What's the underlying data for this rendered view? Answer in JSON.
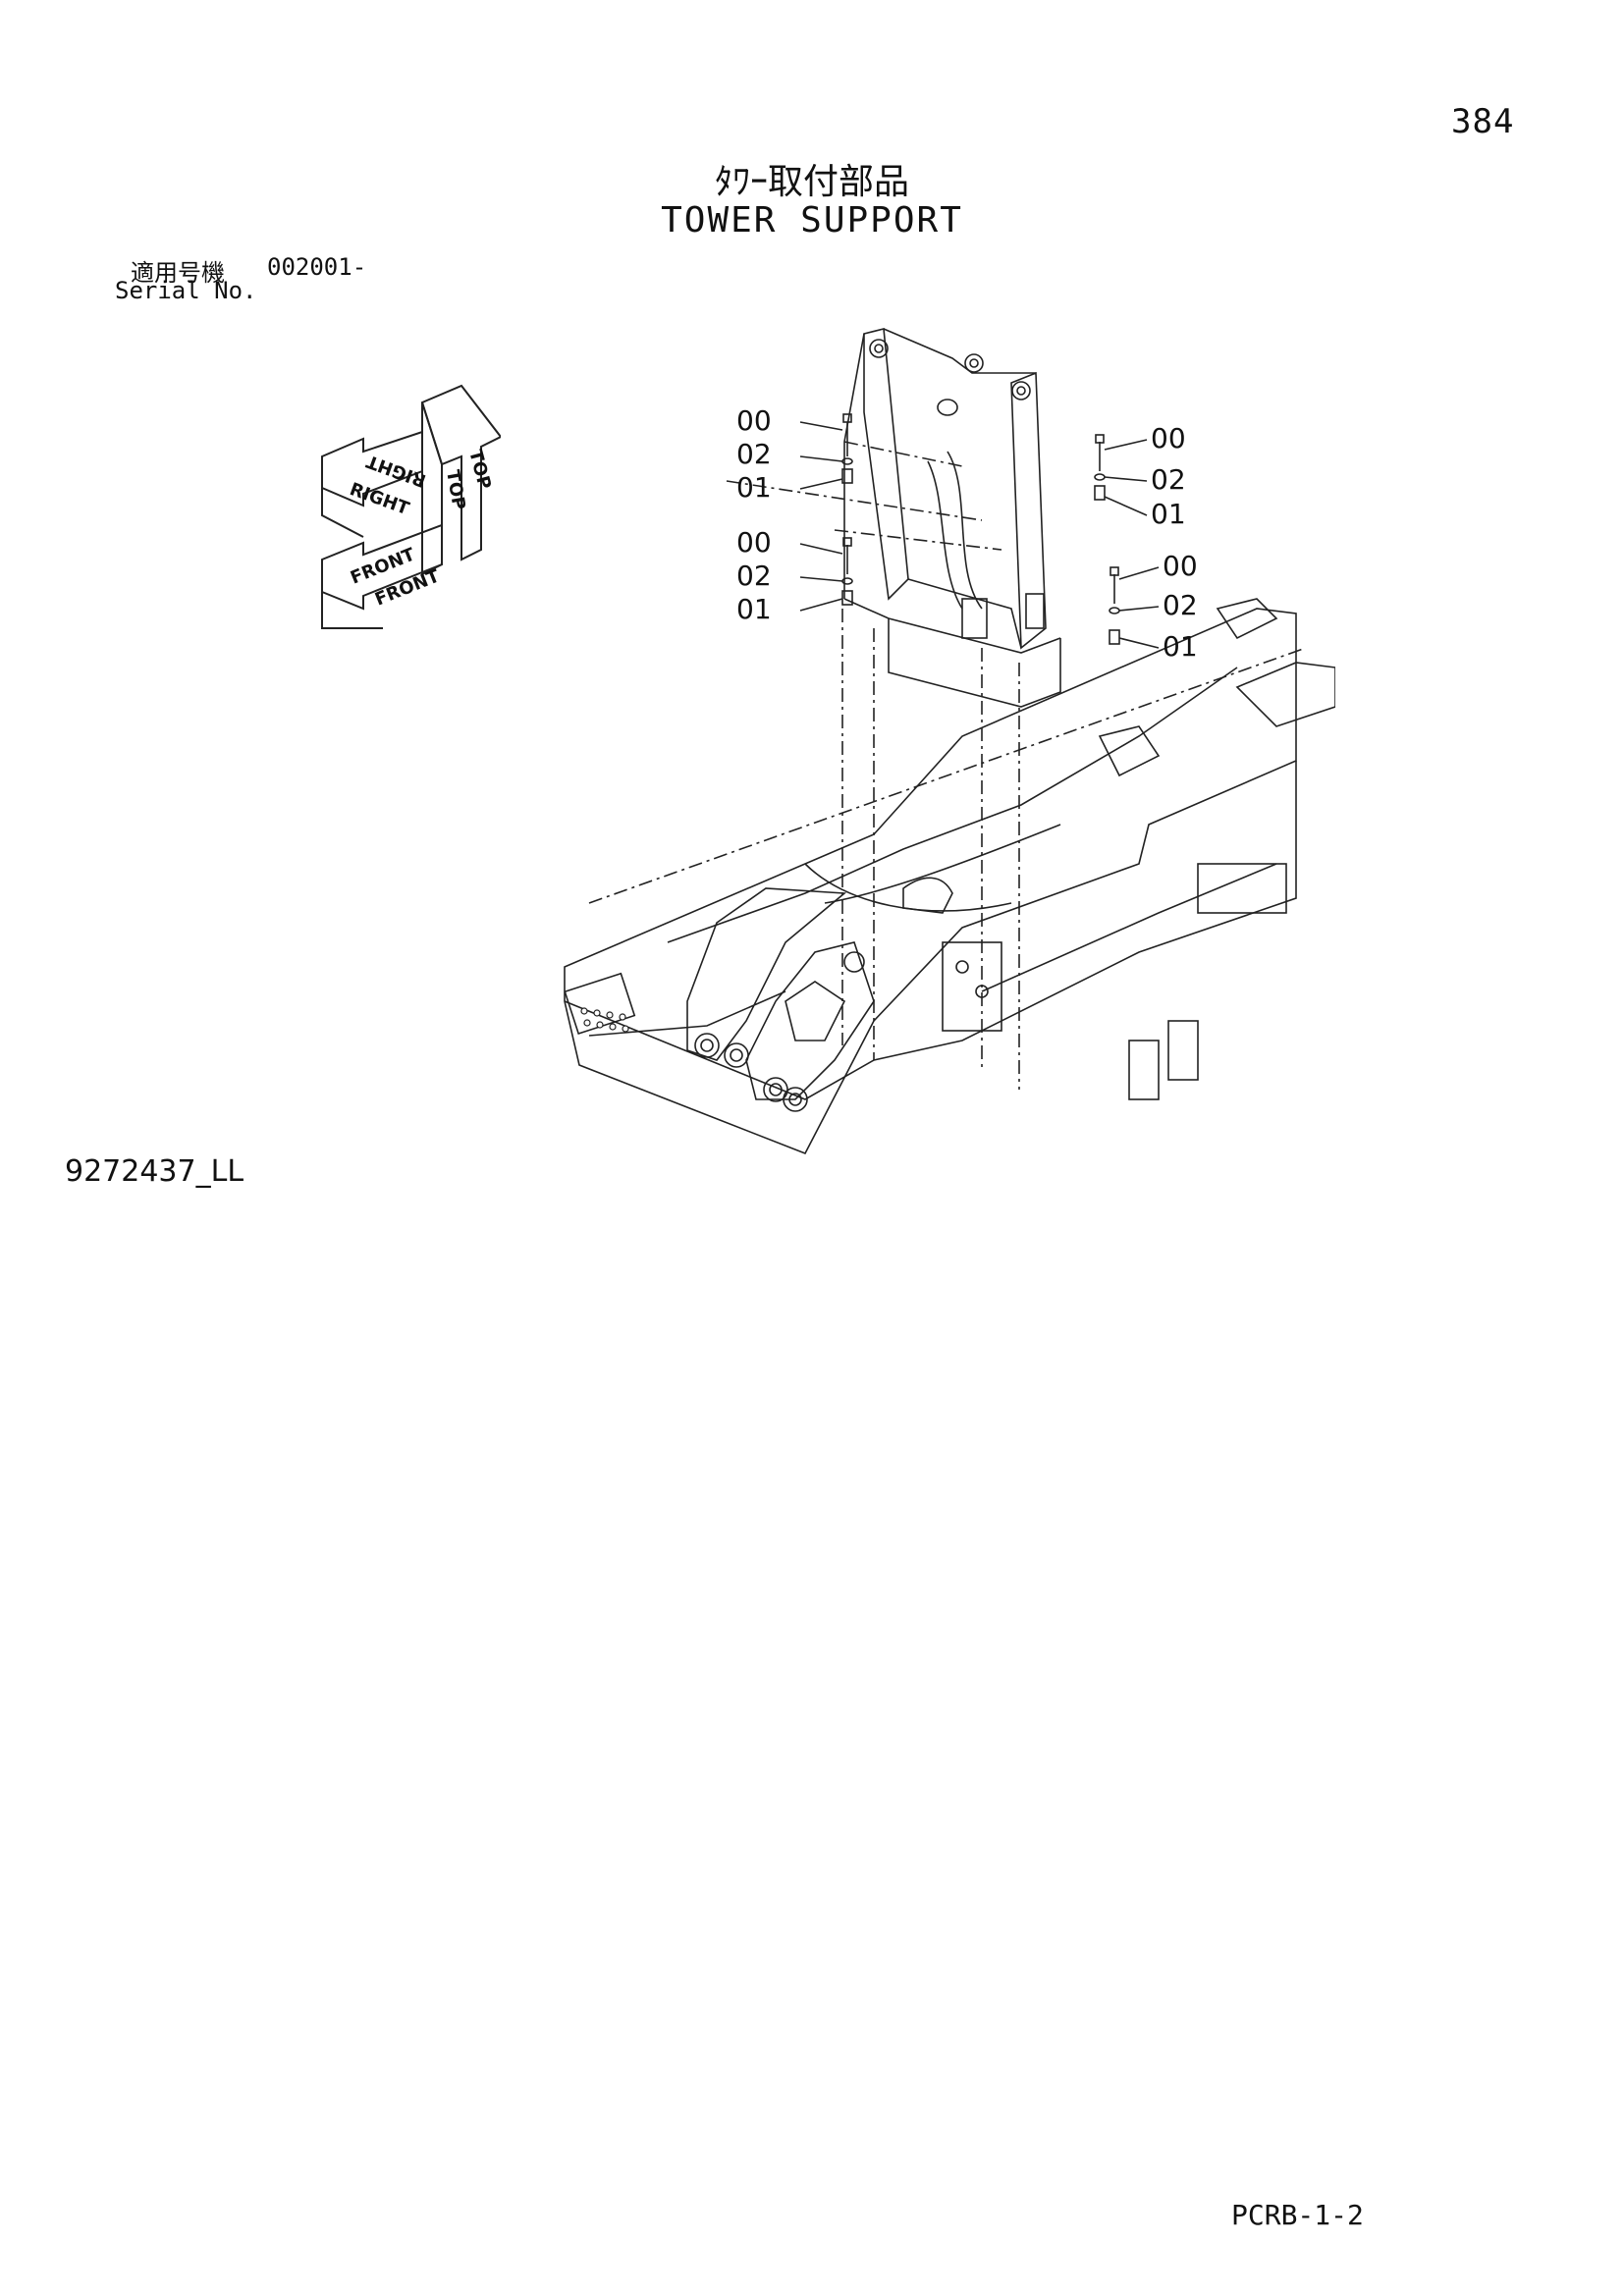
{
  "page": {
    "number": "384",
    "title_jp": "ﾀﾜｰ取付部品",
    "title_en": "TOWER SUPPORT",
    "serial_label_jp": "適用号機",
    "serial_value": "002001-",
    "serial_label_en": "Serial No.",
    "drawing_code": "9272437_LL",
    "page_code": "PCRB-1-2"
  },
  "orientation": {
    "top": "TOP",
    "right": "RIGHT",
    "front": "FRONT"
  },
  "callouts": [
    {
      "part": "00"
    },
    {
      "part": "02"
    },
    {
      "part": "01"
    },
    {
      "part": "00"
    },
    {
      "part": "02"
    },
    {
      "part": "01"
    },
    {
      "part": "00"
    },
    {
      "part": "02"
    },
    {
      "part": "01"
    },
    {
      "part": "00"
    },
    {
      "part": "02"
    },
    {
      "part": "01"
    }
  ]
}
